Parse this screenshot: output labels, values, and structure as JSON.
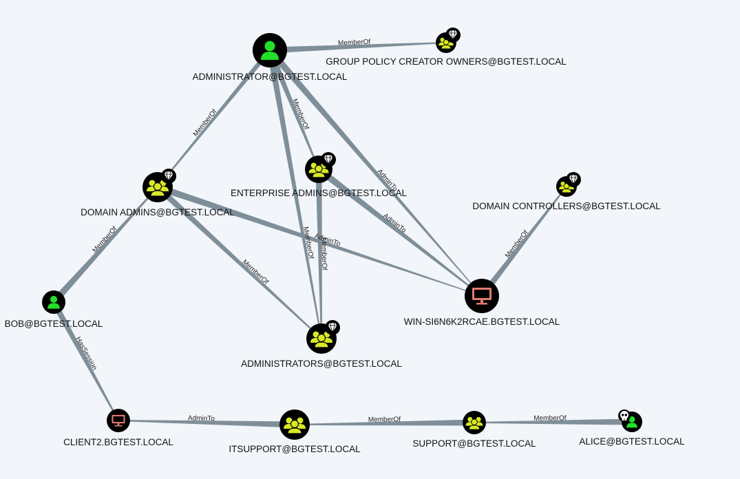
{
  "colors": {
    "background": "#f2f5f9",
    "edge": "#7f8f9a",
    "node_circle": "#000000",
    "user_icon": "#22e02a",
    "group_icon": "#d8e826",
    "computer_icon": "#e27b72",
    "label_text": "#111111"
  },
  "nodes": [
    {
      "id": "admin",
      "type": "user",
      "label": "ADMINISTRATOR@BGTEST.LOCAL",
      "badge": ""
    },
    {
      "id": "gpco",
      "type": "group",
      "label": "GROUP POLICY CREATOR OWNERS@BGTEST.LOCAL",
      "badge": "diamond-icon"
    },
    {
      "id": "da",
      "type": "group",
      "label": "DOMAIN ADMINS@BGTEST.LOCAL",
      "badge": "diamond-icon"
    },
    {
      "id": "ea",
      "type": "group",
      "label": "ENTERPRISE ADMINS@BGTEST.LOCAL",
      "badge": "diamond-icon"
    },
    {
      "id": "dc",
      "type": "group",
      "label": "DOMAIN CONTROLLERS@BGTEST.LOCAL",
      "badge": "diamond-icon"
    },
    {
      "id": "bob",
      "type": "user",
      "label": "BOB@BGTEST.LOCAL",
      "badge": ""
    },
    {
      "id": "win",
      "type": "computer",
      "label": "WIN-SI6N6K2RCAE.BGTEST.LOCAL",
      "badge": ""
    },
    {
      "id": "admins",
      "type": "group",
      "label": "ADMINISTRATORS@BGTEST.LOCAL",
      "badge": "diamond-icon"
    },
    {
      "id": "client2",
      "type": "computer",
      "label": "CLIENT2.BGTEST.LOCAL",
      "badge": ""
    },
    {
      "id": "itsupport",
      "type": "group",
      "label": "ITSUPPORT@BGTEST.LOCAL",
      "badge": ""
    },
    {
      "id": "support",
      "type": "group",
      "label": "SUPPORT@BGTEST.LOCAL",
      "badge": ""
    },
    {
      "id": "alice",
      "type": "user",
      "label": "ALICE@BGTEST.LOCAL",
      "badge": "skull-icon"
    }
  ],
  "edges": [
    {
      "source": "admin",
      "target": "gpco",
      "label": "MemberOf"
    },
    {
      "source": "admin",
      "target": "da",
      "label": "MemberOf"
    },
    {
      "source": "admin",
      "target": "ea",
      "label": "MemberOf"
    },
    {
      "source": "admin",
      "target": "admins",
      "label": "MemberOf"
    },
    {
      "source": "admin",
      "target": "win",
      "label": "AdminTo"
    },
    {
      "source": "da",
      "target": "admins",
      "label": "MemberOf"
    },
    {
      "source": "da",
      "target": "win",
      "label": "AdminTo"
    },
    {
      "source": "ea",
      "target": "win",
      "label": "AdminTo"
    },
    {
      "source": "ea",
      "target": "admins",
      "label": "MemberOf"
    },
    {
      "source": "win",
      "target": "dc",
      "label": "MemberOf"
    },
    {
      "source": "bob",
      "target": "da",
      "label": "MemberOf"
    },
    {
      "source": "bob",
      "target": "client2",
      "label": "HasSession"
    },
    {
      "source": "itsupport",
      "target": "client2",
      "label": "AdminTo"
    },
    {
      "source": "support",
      "target": "itsupport",
      "label": "MemberOf"
    },
    {
      "source": "alice",
      "target": "support",
      "label": "MemberOf"
    }
  ]
}
